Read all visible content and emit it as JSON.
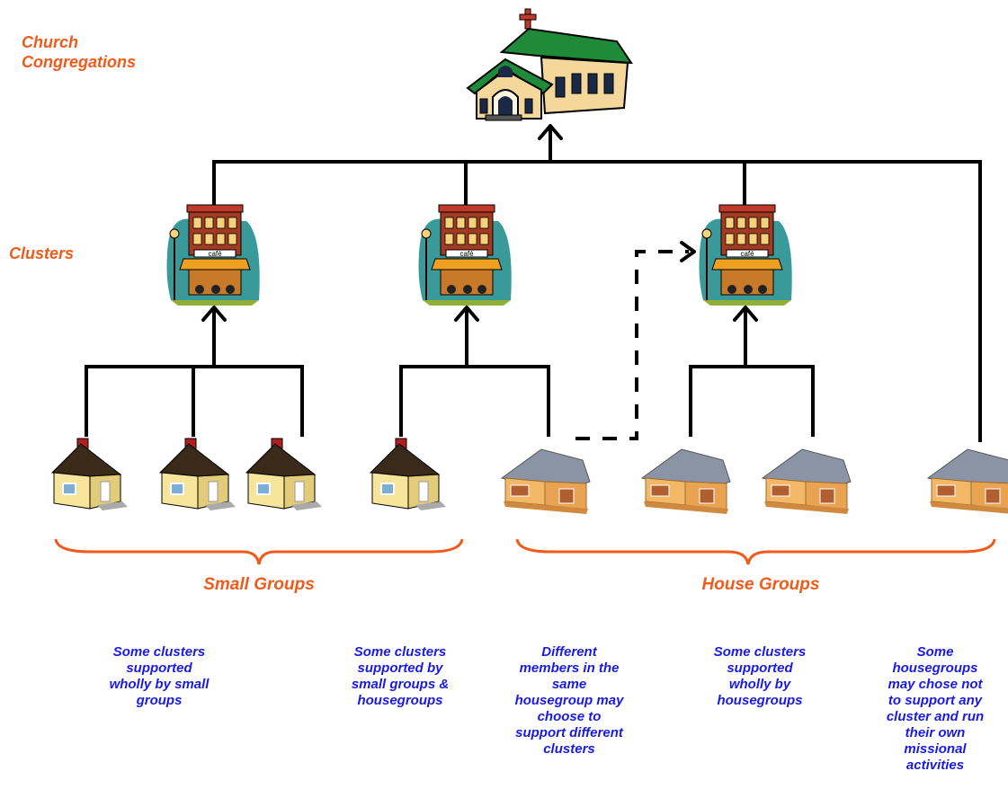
{
  "levels": {
    "church": "Church\nCongregations",
    "clusters": "Clusters"
  },
  "groups": {
    "small": "Small Groups",
    "house": "House Groups"
  },
  "notes": [
    "Some clusters\nsupported\nwholly by small\ngroups",
    "Some clusters\nsupported by\nsmall groups &\nhousegroups",
    "Different\nmembers in the\nsame\nhousegroup may\nchoose to\nsupport different\nclusters",
    "Some clusters\nsupported\nwholly by\nhousegroups",
    "Some\nhousegroups\nmay chose not\nto support any\ncluster and run\ntheir own\nmissional\nactivities"
  ],
  "cafe_sign": "café",
  "colors": {
    "label_orange": "#f05a1a",
    "note_blue": "#1a1ae6",
    "roof_green": "#1f8a3a",
    "cafe_teal": "#3a9a9a"
  }
}
